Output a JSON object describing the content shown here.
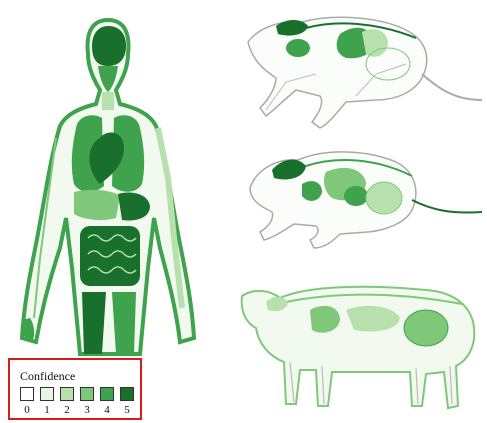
{
  "legend": {
    "title": "Confidence",
    "levels": [
      {
        "label": "0",
        "color": "#ffffff"
      },
      {
        "label": "1",
        "color": "#e7f5e2"
      },
      {
        "label": "2",
        "color": "#b7e0ad"
      },
      {
        "label": "3",
        "color": "#7fc87a"
      },
      {
        "label": "4",
        "color": "#3fa24c"
      },
      {
        "label": "5",
        "color": "#18702c"
      }
    ]
  },
  "panels": [
    "human",
    "rat",
    "mouse",
    "pig"
  ],
  "colors": {
    "outline": "#3fa24c",
    "body_fill": "#ffffff",
    "darkest": "#0f5f24",
    "frame": "#d81b1b"
  }
}
